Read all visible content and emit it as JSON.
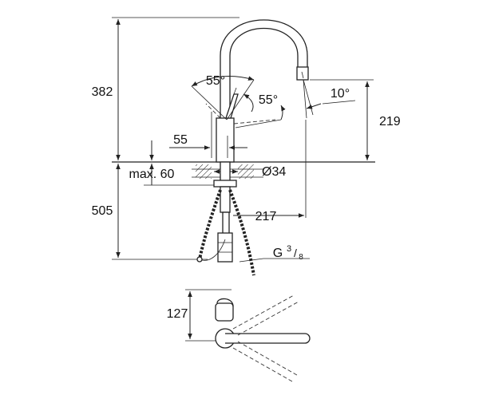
{
  "drawing": {
    "dimensions": {
      "height_above_counter": "382",
      "lever_angle_1": "55°",
      "lever_angle_2": "55°",
      "spout_angle": "10°",
      "spout_height": "219",
      "lever_offset": "55",
      "max_counter_thickness": "max. 60",
      "hole_diameter": "Ø34",
      "height_below_counter": "505",
      "spout_reach": "217",
      "connection_thread_main": "G",
      "connection_thread_num": "3",
      "connection_thread_den": "8",
      "top_view_depth": "127"
    }
  }
}
